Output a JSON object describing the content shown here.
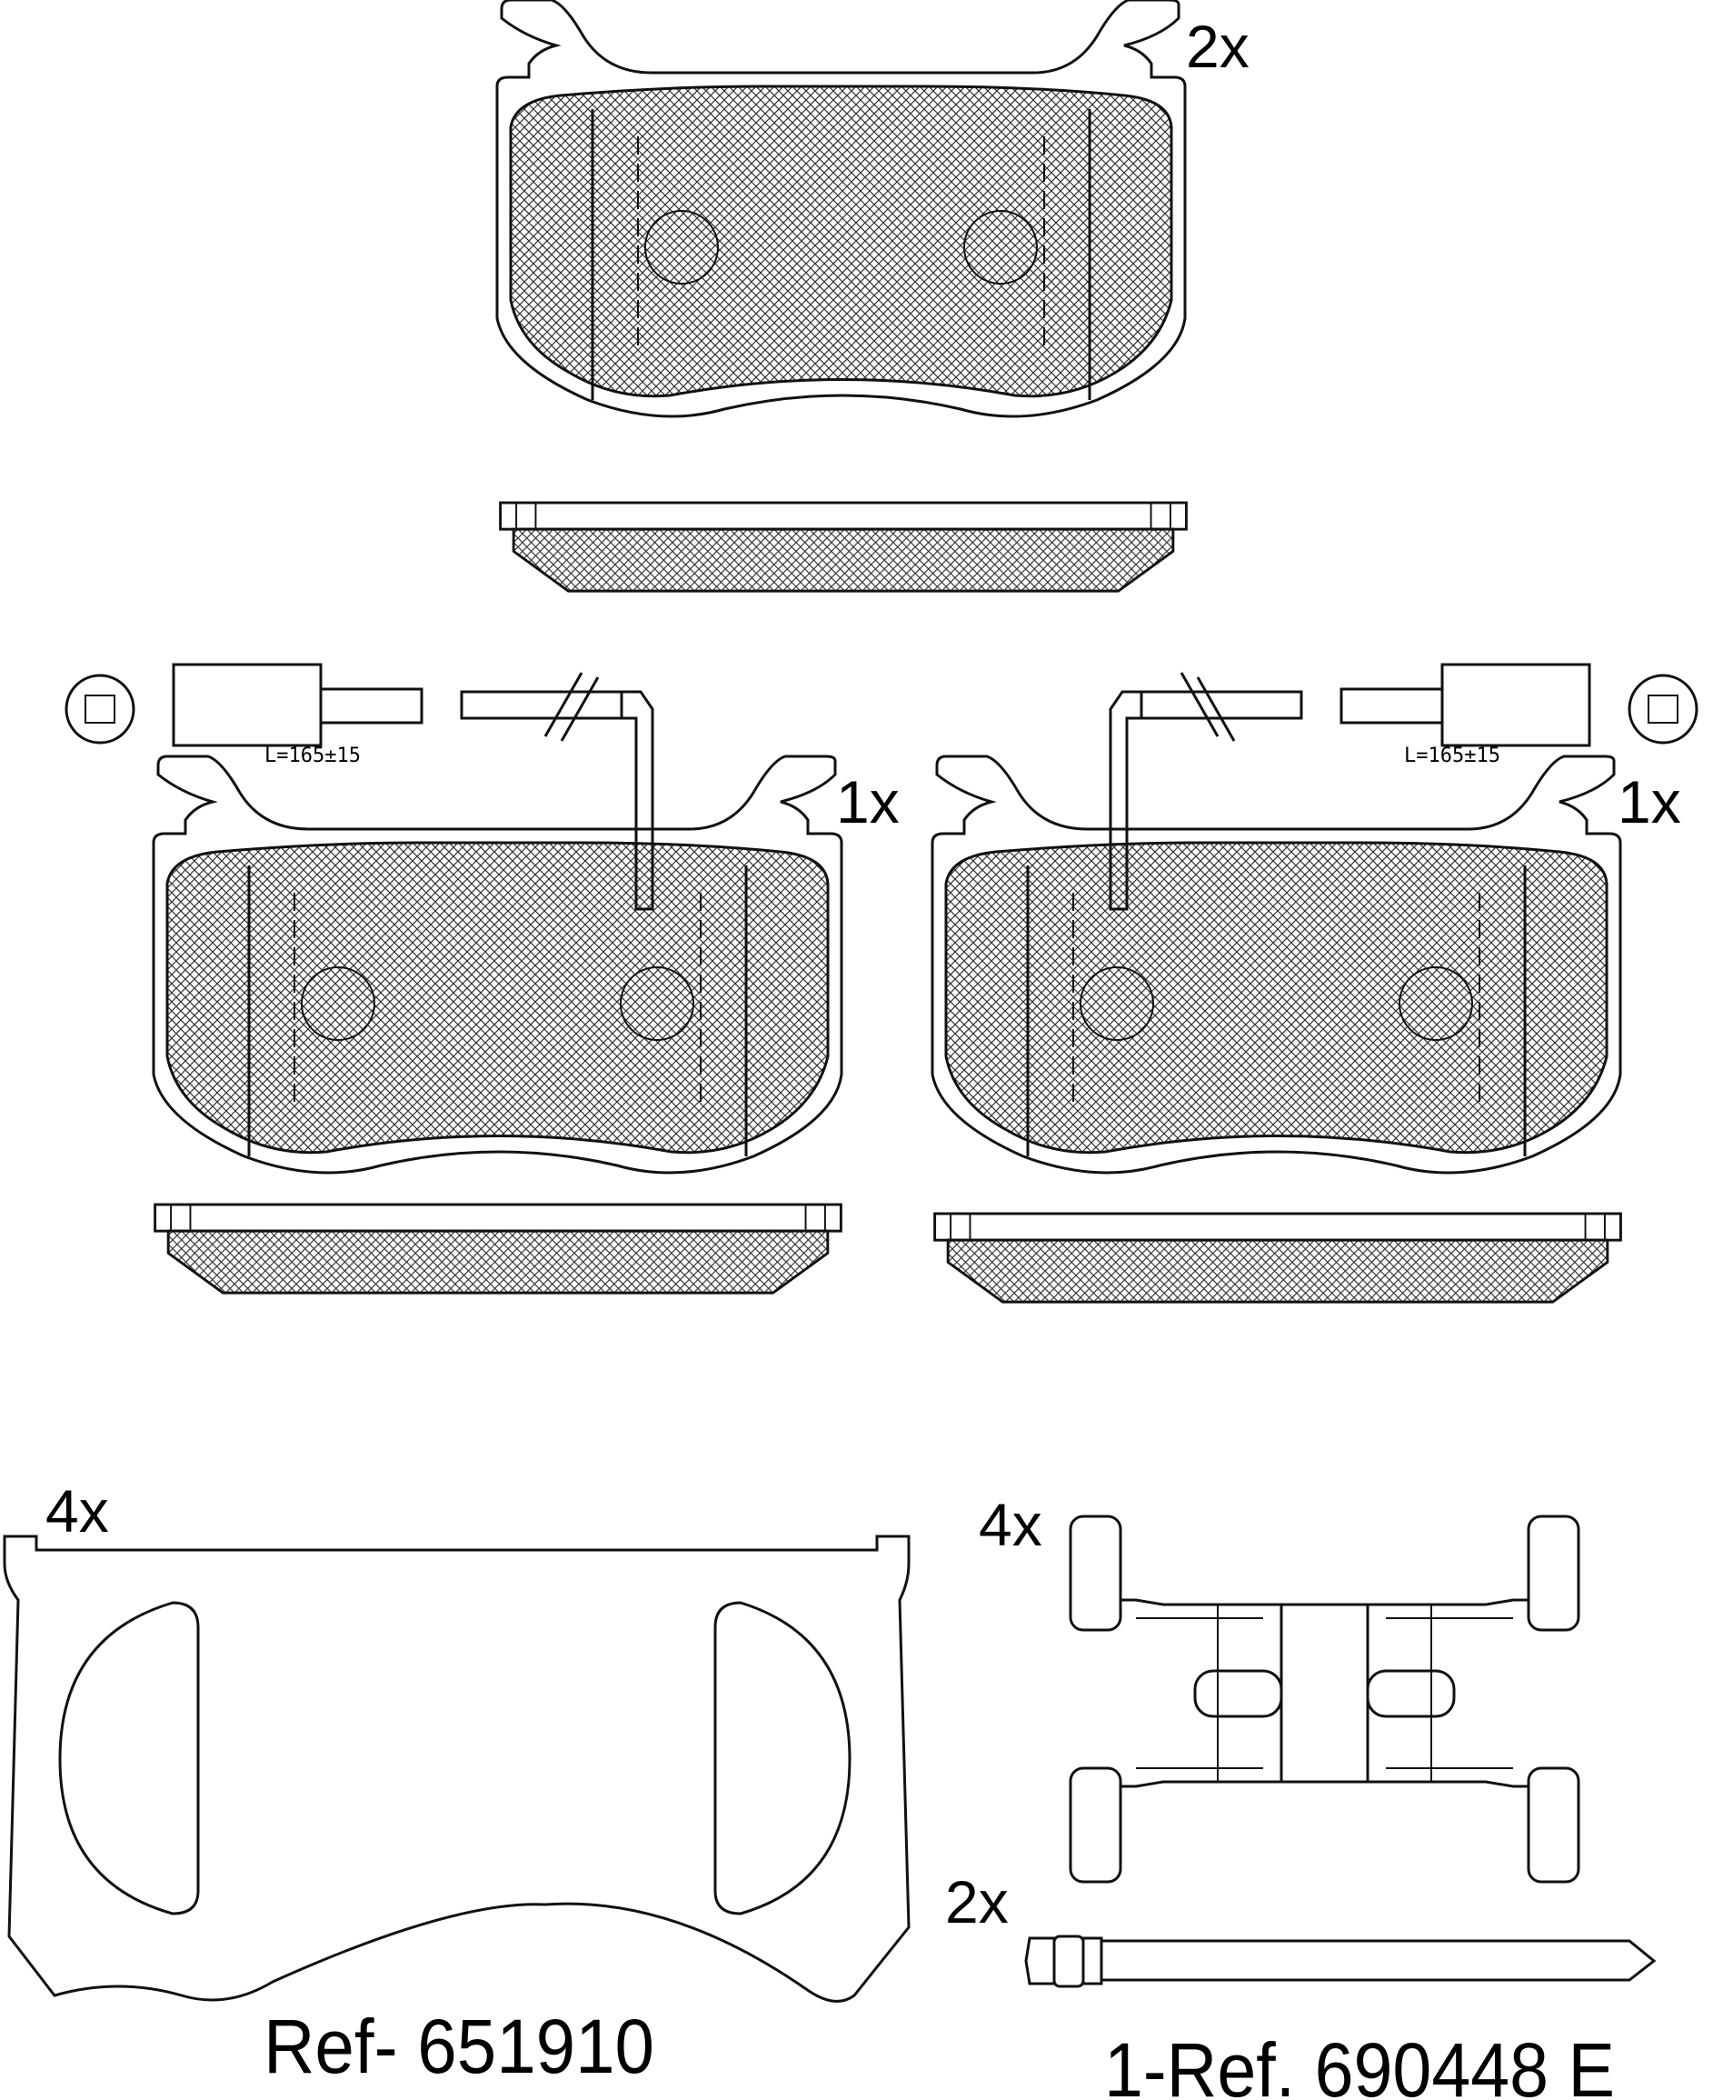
{
  "labels": {
    "top_pad_qty": "2x",
    "left_pad_qty": "1x",
    "right_pad_qty": "1x",
    "shim_qty": "4x",
    "clip_qty": "4x",
    "pin_qty": "2x",
    "left_wire_length": "L=165±15",
    "right_wire_length": "L=165±15",
    "shim_ref": "Ref- 651910",
    "kit_ref": "1-Ref. 690448 E"
  }
}
